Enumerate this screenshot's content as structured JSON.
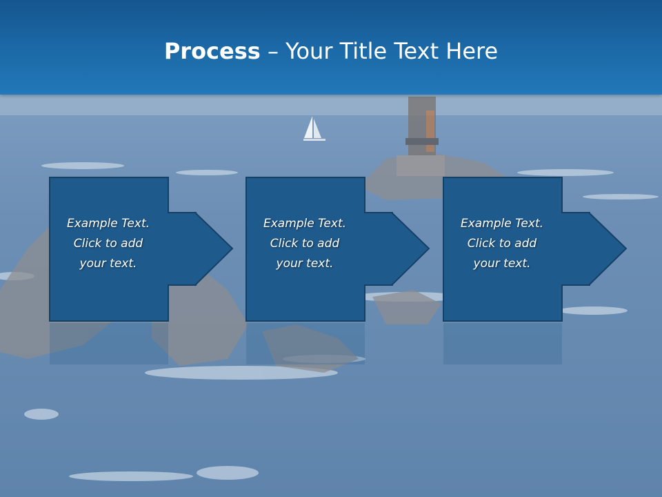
{
  "slide": {
    "title_bold": "Process",
    "title_rest": " – Your Title Text Here",
    "colors": {
      "title_bar": "#1c6aa8",
      "box_fill": "#1f5a8c",
      "box_border": "#163f64"
    }
  },
  "steps": [
    {
      "line1": "Example Text.",
      "line2": "Click  to add",
      "line3": "your text."
    },
    {
      "line1": "Example Text.",
      "line2": "Click  to add",
      "line3": "your text."
    },
    {
      "line1": "Example Text.",
      "line2": "Click  to add",
      "line3": "your text."
    }
  ]
}
